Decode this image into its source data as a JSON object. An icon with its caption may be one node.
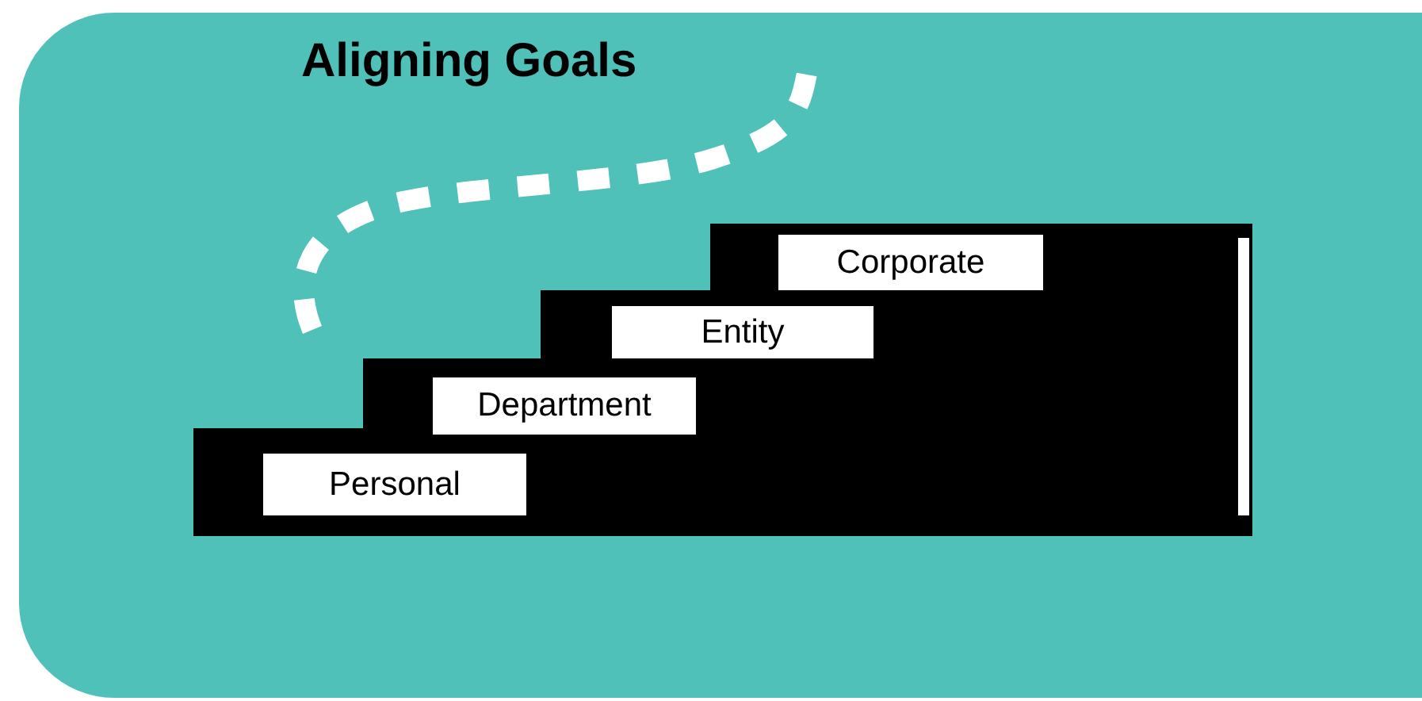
{
  "diagram": {
    "title": "Aligning Goals",
    "nodes": [
      {
        "text": [
          "Personal"
        ]
      },
      {
        "text": [
          "Department"
        ]
      },
      {
        "text": [
          "Entity"
        ]
      },
      {
        "text": [
          "Corporate"
        ]
      }
    ]
  }
}
